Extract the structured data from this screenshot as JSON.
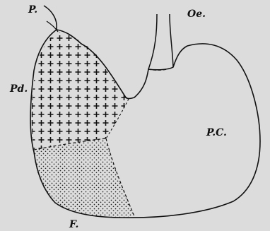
{
  "figure": {
    "background": "#dcdcdc",
    "ink": "#111111",
    "labels": {
      "pylorus": "P.",
      "oesophagus": "Oe.",
      "pyloric_division": "Pd.",
      "fundus": "F.",
      "pars_cardiaca": "P.C."
    },
    "regions": [
      {
        "name": "cross-hatched-region",
        "pattern": "crosses"
      },
      {
        "name": "stippled-region",
        "pattern": "dots"
      },
      {
        "name": "plain-region",
        "pattern": "none"
      }
    ]
  }
}
